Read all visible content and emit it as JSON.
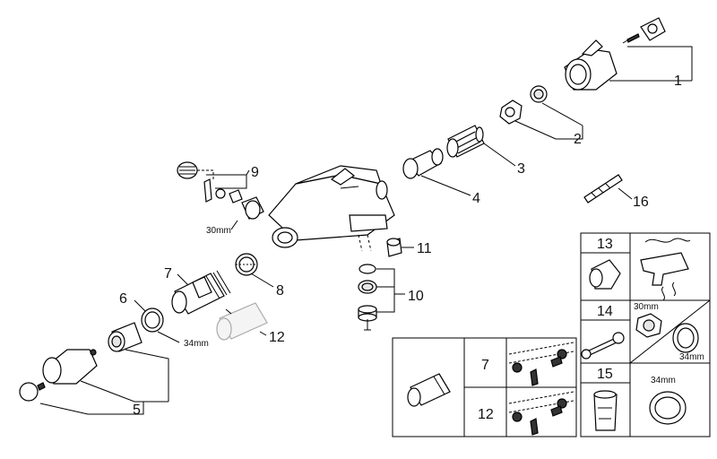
{
  "callouts": {
    "c1": "1",
    "c2": "2",
    "c3": "3",
    "c4": "4",
    "c5": "5",
    "c6": "6",
    "c7": "7",
    "c8": "8",
    "c9": "9",
    "c10": "10",
    "c11": "11",
    "c12": "12",
    "c16": "16"
  },
  "dimensions": {
    "nut_30mm": "30mm",
    "ring_34mm": "34mm"
  },
  "service_panel": {
    "n13": "13",
    "n14": "14",
    "n15": "15",
    "d30": "30mm",
    "d34a": "34mm",
    "d34b": "34mm"
  },
  "variants_table": {
    "row1": "7",
    "row2": "12"
  }
}
